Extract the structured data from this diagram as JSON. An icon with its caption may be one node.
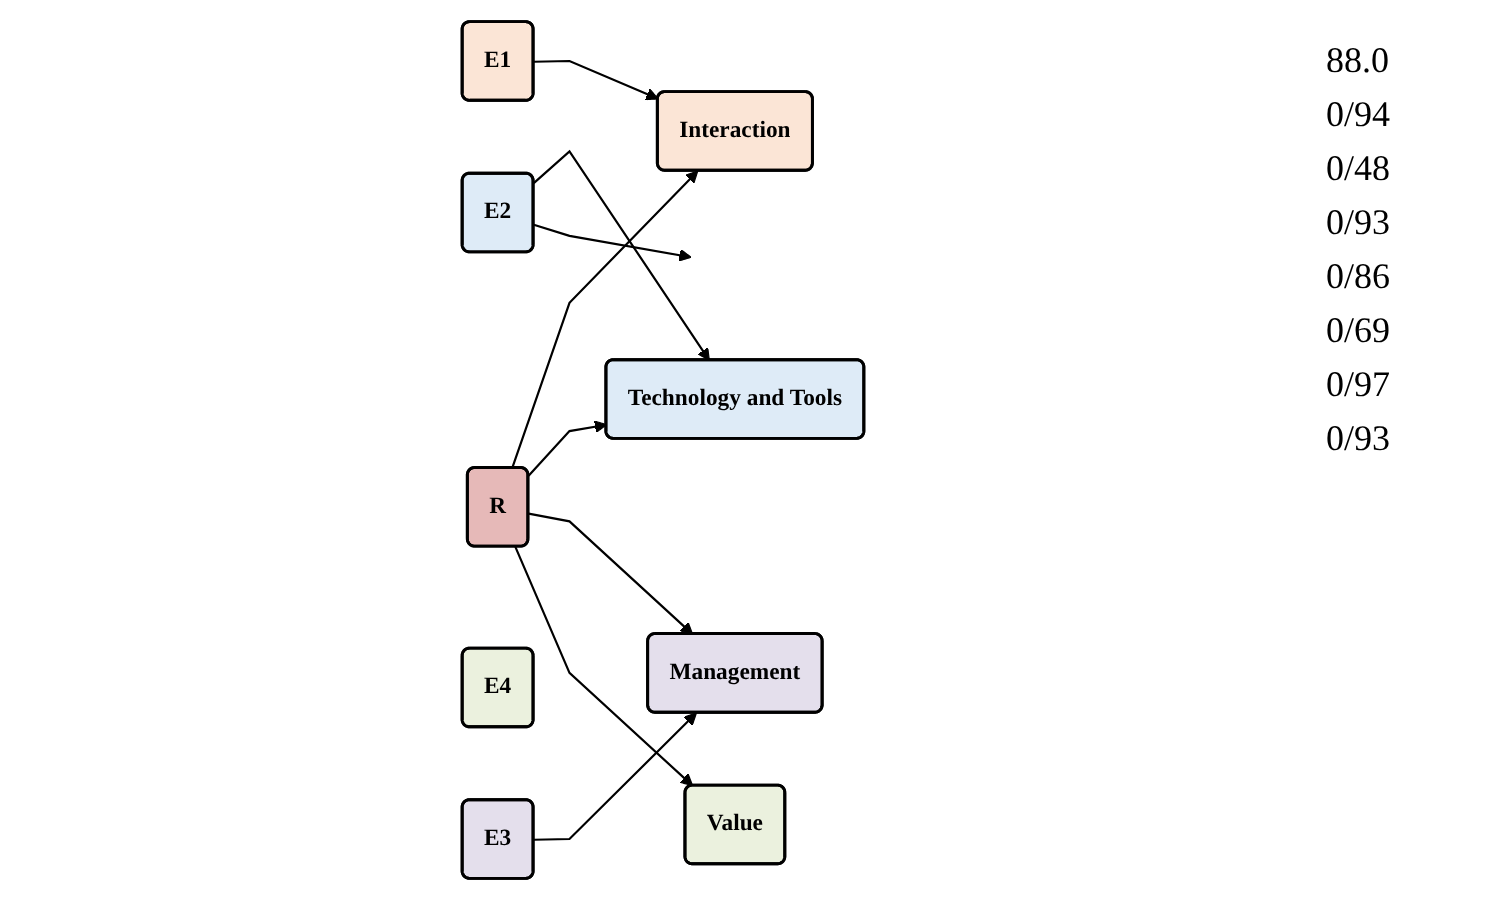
{
  "diagram": {
    "nodes": [
      {
        "text": [
          "E1"
        ]
      },
      {
        "text": [
          "Interaction"
        ]
      },
      {
        "text": [
          "E2"
        ]
      },
      {
        "text": [
          "Technology and Tools"
        ]
      },
      {
        "text": [
          "E3"
        ]
      },
      {
        "text": [
          "Management"
        ]
      },
      {
        "text": [
          "E4"
        ]
      },
      {
        "text": [
          "Value"
        ]
      },
      {
        "text": [
          "R"
        ]
      }
    ],
    "edges": [
      {
        "from": 0,
        "to": 1,
        "arrow": "to"
      },
      {
        "from": 2,
        "to": 3,
        "arrow": "to"
      },
      {
        "from": 2,
        "to": null,
        "arrow": "to"
      },
      {
        "from": 4,
        "to": 5,
        "arrow": "to"
      },
      {
        "from": 8,
        "to": 1,
        "arrow": "to"
      },
      {
        "from": 8,
        "to": 3,
        "arrow": "to"
      },
      {
        "from": 8,
        "to": 5,
        "arrow": "to"
      },
      {
        "from": 8,
        "to": 7,
        "arrow": "to"
      }
    ],
    "labels": [
      "88.0",
      "0/94",
      "0/48",
      "0/93",
      "0/86",
      "0/69",
      "0/97",
      "0/93"
    ]
  }
}
